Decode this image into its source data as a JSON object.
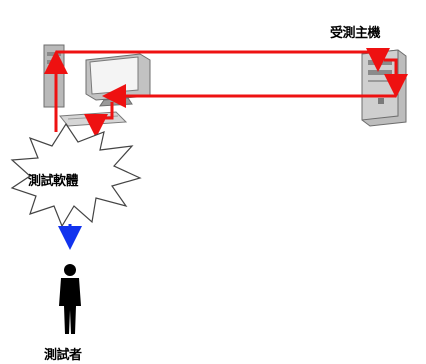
{
  "labels": {
    "server": "受測主機",
    "tool": "測試軟體",
    "tester": "測試者"
  },
  "colors": {
    "arrow_main": "#ee1111",
    "arrow_to_user": "#1133ee",
    "pc_beige": "#c8c8c8",
    "pc_dark": "#7a7a7a",
    "screen": "#f4f4f4",
    "person": "#000000"
  },
  "icons": [
    "client-pc-icon",
    "server-tower-icon",
    "starburst-icon",
    "person-icon"
  ]
}
